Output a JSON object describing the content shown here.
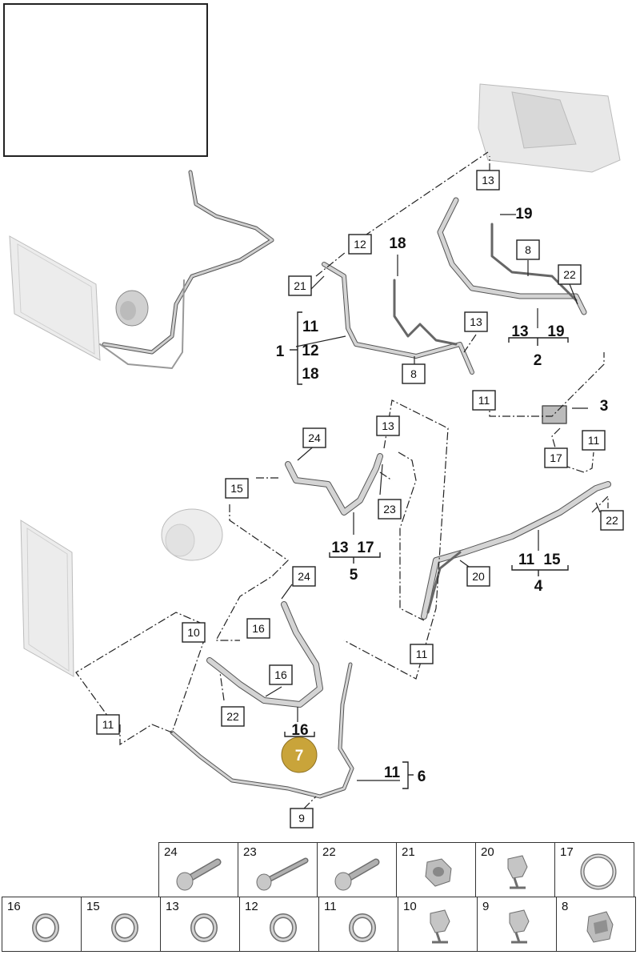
{
  "boxed_callouts": [
    "13",
    "12",
    "18",
    "19",
    "8",
    "21",
    "22",
    "13",
    "8",
    "11",
    "3",
    "24",
    "13",
    "11",
    "17",
    "15",
    "23",
    "22",
    "20",
    "24",
    "16",
    "11",
    "10",
    "16",
    "22",
    "11",
    "9"
  ],
  "assemblies": [
    {
      "num": "1",
      "parts": [
        "11",
        "12",
        "18"
      ]
    },
    {
      "num": "2",
      "parts": [
        "13",
        "19"
      ]
    },
    {
      "num": "3",
      "parts": []
    },
    {
      "num": "4",
      "parts": [
        "11",
        "15"
      ]
    },
    {
      "num": "5",
      "parts": [
        "13",
        "17"
      ]
    },
    {
      "num": "6",
      "parts": [
        "11"
      ]
    },
    {
      "num": "7",
      "parts": [
        "16"
      ]
    }
  ],
  "highlight_color": "#c9a43a",
  "parts_table": {
    "row_top": [
      {
        "num": "24",
        "icon": "bolt-icon"
      },
      {
        "num": "23",
        "icon": "long-bolt-icon"
      },
      {
        "num": "22",
        "icon": "bolt-icon"
      },
      {
        "num": "21",
        "icon": "nut-icon"
      },
      {
        "num": "20",
        "icon": "clip-icon"
      },
      {
        "num": "17",
        "icon": "ring-icon"
      }
    ],
    "row_bottom": [
      {
        "num": "16",
        "icon": "o-ring-icon"
      },
      {
        "num": "15",
        "icon": "o-ring-icon"
      },
      {
        "num": "13",
        "icon": "o-ring-icon"
      },
      {
        "num": "12",
        "icon": "o-ring-icon"
      },
      {
        "num": "11",
        "icon": "o-ring-icon"
      },
      {
        "num": "10",
        "icon": "hose-clip-icon"
      },
      {
        "num": "9",
        "icon": "hose-clip-icon"
      },
      {
        "num": "8",
        "icon": "bracket-icon"
      }
    ]
  }
}
